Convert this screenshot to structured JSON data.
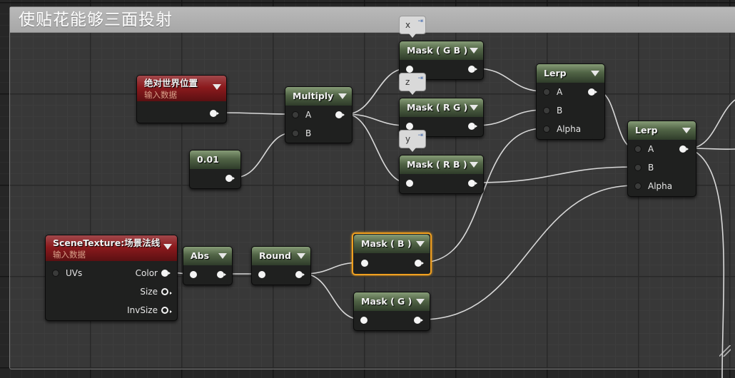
{
  "comment": {
    "title": "使贴花能够三面投射"
  },
  "nodes": {
    "world_position": {
      "title": "绝对世界位置",
      "subtitle": "输入数据"
    },
    "constant": {
      "title": "0.01"
    },
    "multiply": {
      "title": "Multiply",
      "pin_a": "A",
      "pin_b": "B"
    },
    "mask_gb": {
      "title": "Mask ( G B )",
      "param": "x"
    },
    "mask_rg": {
      "title": "Mask ( R G )",
      "param": "z"
    },
    "mask_rb": {
      "title": "Mask ( R B )",
      "param": "y"
    },
    "lerp1": {
      "title": "Lerp",
      "pin_a": "A",
      "pin_b": "B",
      "pin_alpha": "Alpha"
    },
    "lerp2": {
      "title": "Lerp",
      "pin_a": "A",
      "pin_b": "B",
      "pin_alpha": "Alpha"
    },
    "scene_texture": {
      "title": "SceneTexture:场景法线",
      "subtitle": "输入数据",
      "pin_uvs": "UVs",
      "pin_color": "Color",
      "pin_size": "Size",
      "pin_invsize": "InvSize"
    },
    "abs": {
      "title": "Abs"
    },
    "round": {
      "title": "Round"
    },
    "mask_b": {
      "title": "Mask ( B )"
    },
    "mask_g": {
      "title": "Mask ( G )"
    }
  },
  "colors": {
    "selection": "#f0a020",
    "header_green": "#516446",
    "header_red": "#8c1a1d"
  }
}
